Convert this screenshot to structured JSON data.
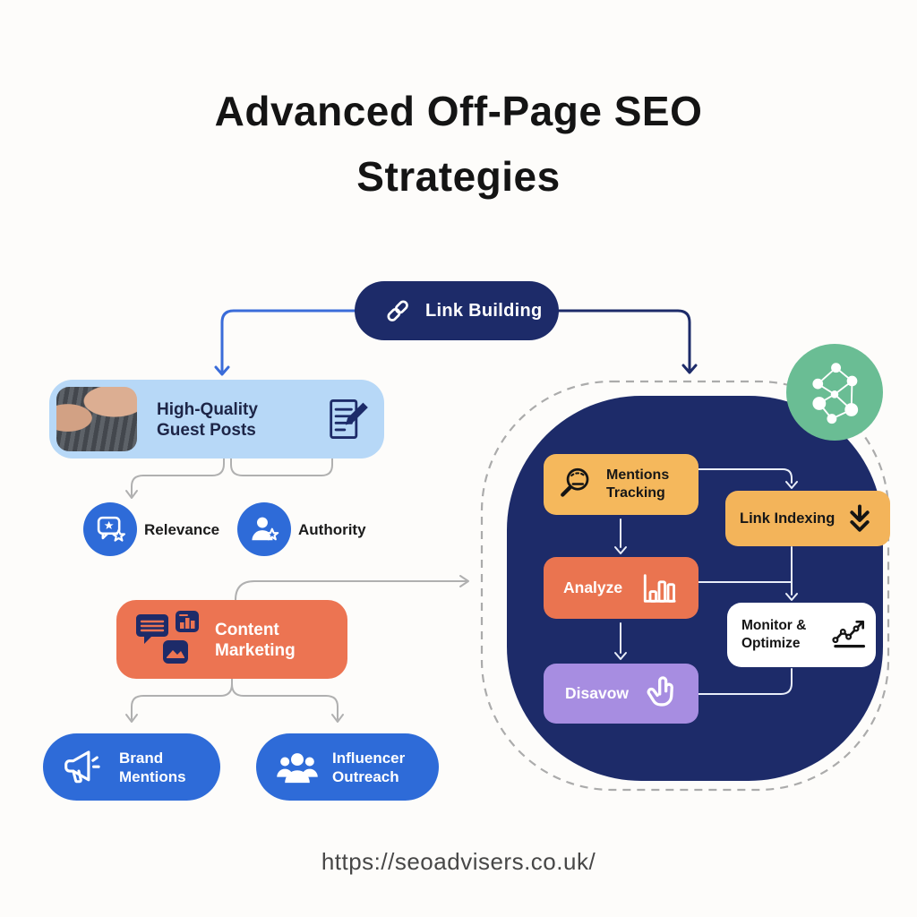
{
  "title": "Advanced Off-Page SEO Strategies",
  "link_building": {
    "label": "Link Building",
    "icon": "chain-link-icon"
  },
  "guest_posts": {
    "label": "High-Quality Guest Posts",
    "photo": "hands-typing-on-laptop",
    "icon": "document-pencil-icon"
  },
  "factors": {
    "relevance": "Relevance",
    "authority": "Authority",
    "relevance_icon": "review-bubble-star-icon",
    "authority_icon": "user-star-icon"
  },
  "content_marketing": {
    "label": "Content Marketing",
    "icons": [
      "chat-lines-icon",
      "bar-chart-tile-icon",
      "image-tile-icon"
    ]
  },
  "brand_mentions": {
    "label": "Brand Mentions",
    "icon": "megaphone-icon"
  },
  "influencer_outreach": {
    "label": "Influencer Outreach",
    "icon": "people-group-icon"
  },
  "process": {
    "badge_icon": "network-graph-icon",
    "mentions_tracking": "Mentions Tracking",
    "mentions_tracking_icon": "magnifier-icon",
    "link_indexing": "Link Indexing",
    "link_indexing_icon": "double-down-arrow-icon",
    "analyze": "Analyze",
    "analyze_icon": "bar-chart-icon",
    "monitor_optimize": "Monitor & Optimize",
    "monitor_optimize_icon": "line-chart-icon",
    "disavow": "Disavow",
    "disavow_icon": "hand-pointer-icon"
  },
  "footer_url": "https://seoadvisers.co.uk/",
  "colors": {
    "navy": "#1d2b69",
    "blue": "#2e6bd8",
    "blue_arrow": "#3a6cd9",
    "light_blue": "#b7d8f7",
    "orange": "#ec7452",
    "yellow": "#f5b85c",
    "purple": "#a78de1",
    "green": "#6abd94",
    "gray_connector": "#b0b0b0",
    "white_connector": "#e9eef9"
  }
}
